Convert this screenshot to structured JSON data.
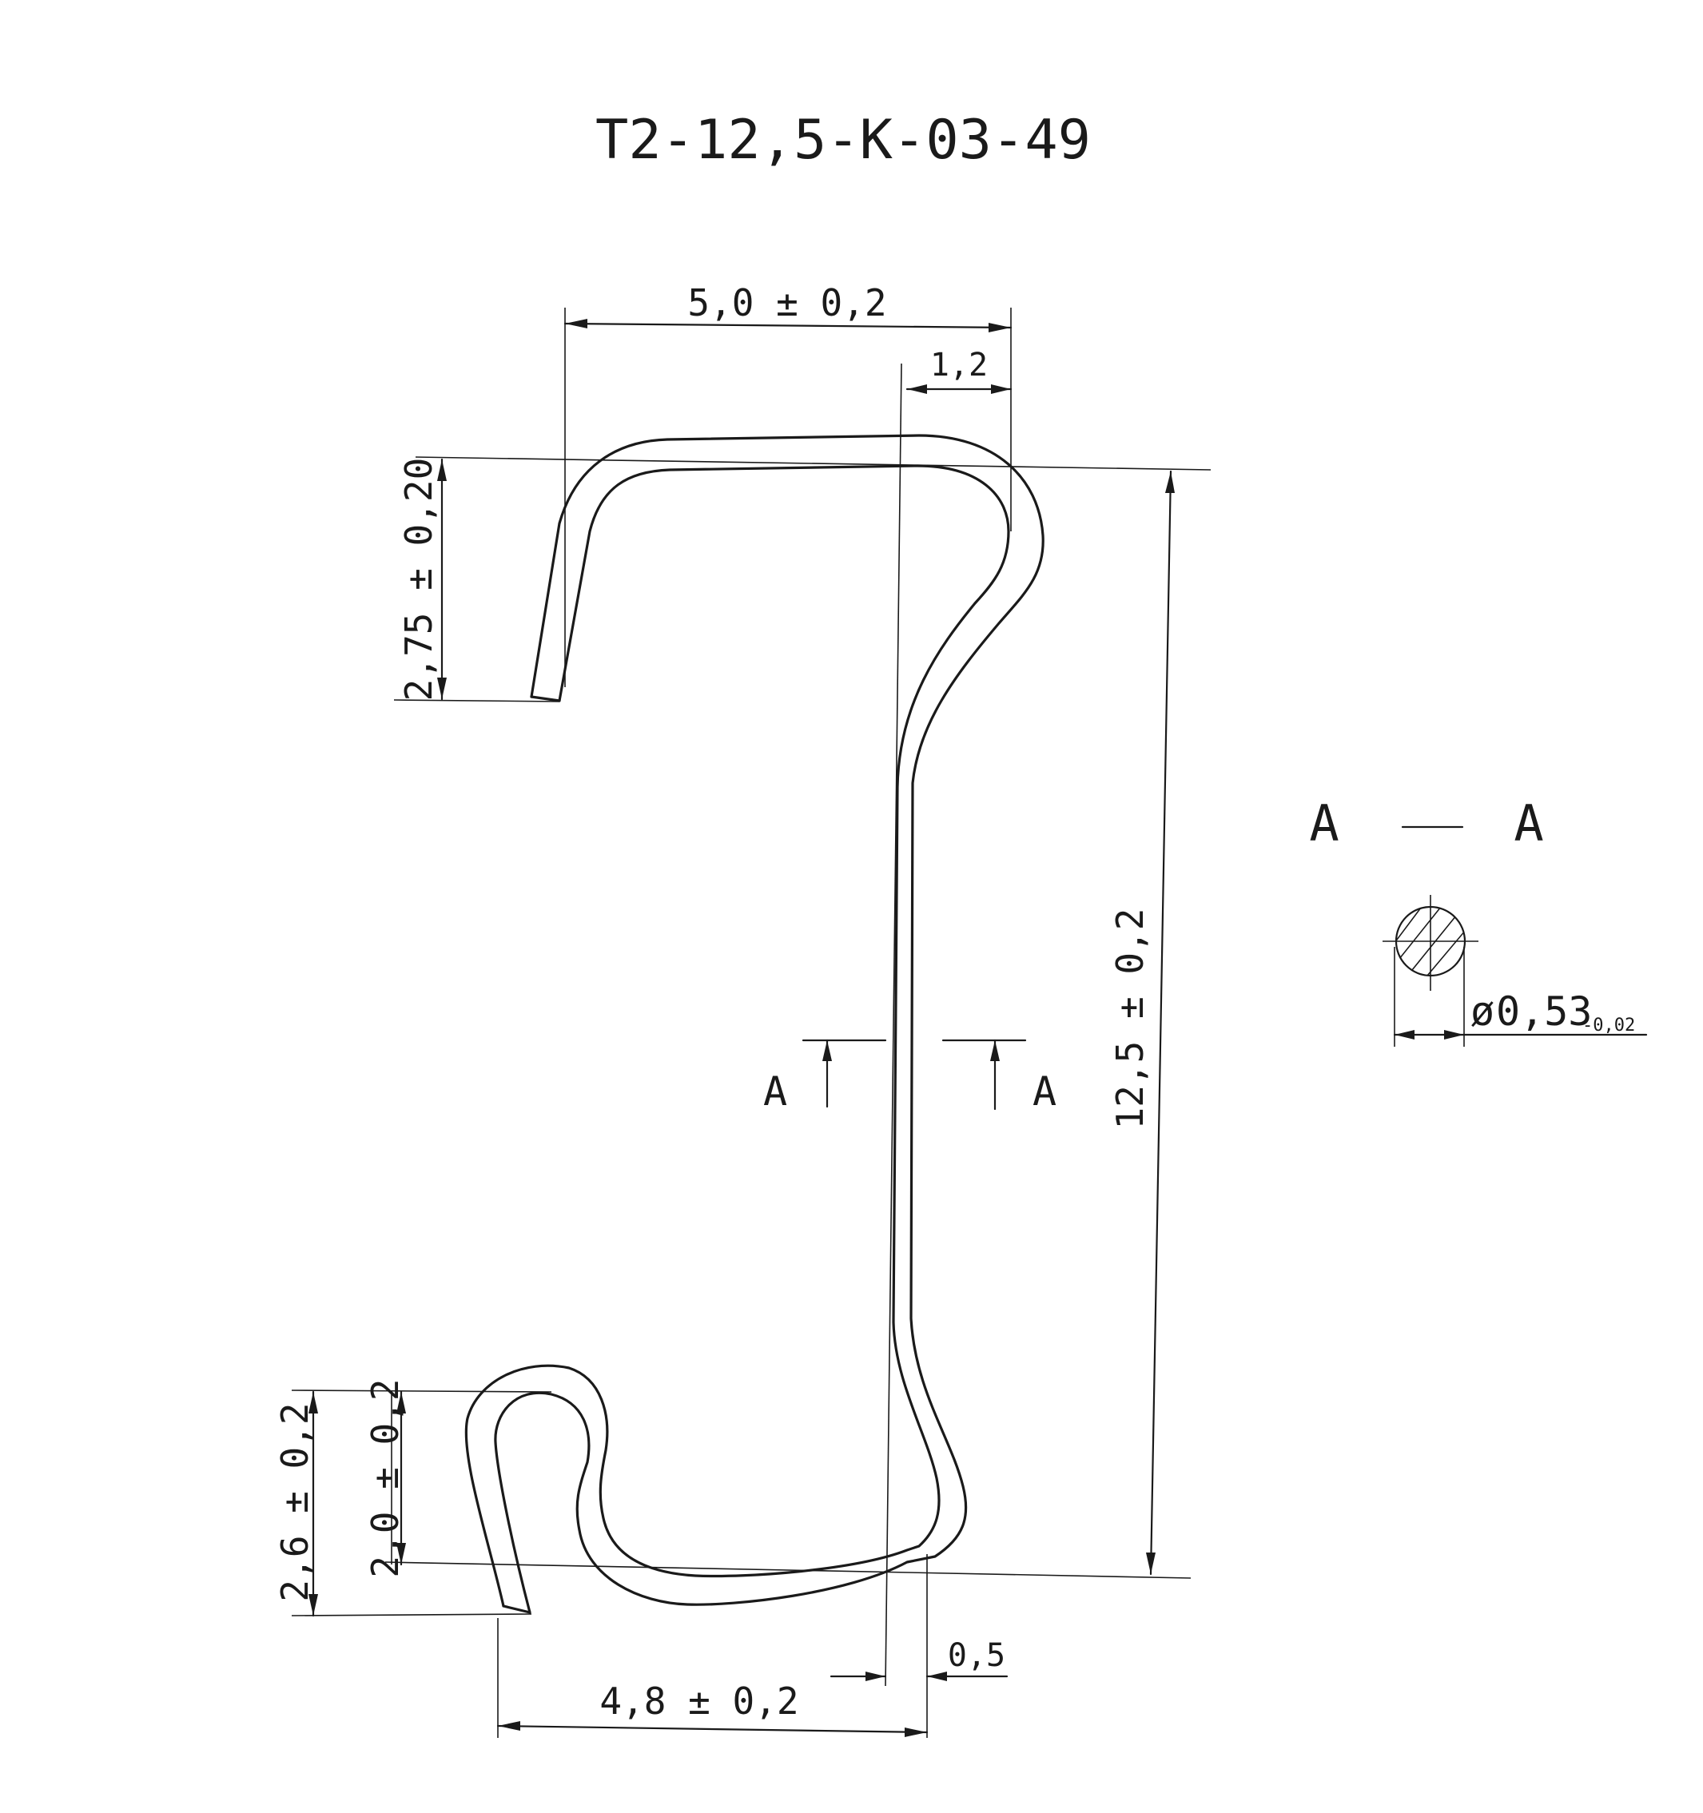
{
  "drawing": {
    "part_number": "T2-12,5-K-03-49",
    "dimensions": {
      "width_top": "5,0 ± 0,2",
      "offset_top": "1,2",
      "hook_top_height": "2,75 ± 0,20",
      "overall_height": "12,5 ± 0,2",
      "hook_bottom_outer": "2,6 ± 0,2",
      "hook_bottom_inner": "2,0 ± 0,2",
      "width_bottom": "4,8 ± 0,2",
      "offset_bottom": "0,5"
    },
    "section_marker": {
      "left_letter": "A",
      "right_letter": "A"
    },
    "section_view": {
      "title_left": "A",
      "title_dash": "—",
      "title_right": "A",
      "diameter_symbol": "ø",
      "diameter_value": "0,53",
      "diameter_tolerance": "-0,02"
    }
  }
}
